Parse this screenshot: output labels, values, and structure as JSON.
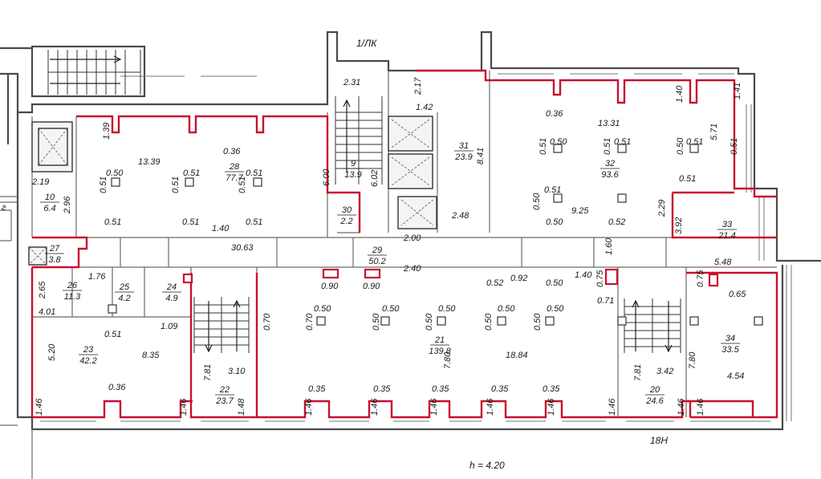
{
  "labels": {
    "entrance": "1/ЛК",
    "axis": "18Н",
    "height": "h = 4.20",
    "left_mark": "г"
  },
  "rooms": [
    {
      "num": "10",
      "area": "6.4"
    },
    {
      "num": "28",
      "area": "77.7"
    },
    {
      "num": "9",
      "area": "13.9"
    },
    {
      "num": "31",
      "area": "23.9"
    },
    {
      "num": "32",
      "area": "93.6"
    },
    {
      "num": "30",
      "area": "2.2"
    },
    {
      "num": "33",
      "area": "21.4"
    },
    {
      "num": "27",
      "area": "3.8"
    },
    {
      "num": "29",
      "area": "50.2"
    },
    {
      "num": "26",
      "area": "11.3"
    },
    {
      "num": "25",
      "area": "4.2"
    },
    {
      "num": "24",
      "area": "4.9"
    },
    {
      "num": "23",
      "area": "42.2"
    },
    {
      "num": "22",
      "area": "23.7"
    },
    {
      "num": "21",
      "area": "139.8"
    },
    {
      "num": "20",
      "area": "24.6"
    },
    {
      "num": "34",
      "area": "33.5"
    }
  ],
  "dims": {
    "d_2_31": "2.31",
    "d_2_17": "2.17",
    "d_1_42": "1.42",
    "d_0_36a": "0.36",
    "d_13_31": "13.31",
    "d_1_40a": "1.40",
    "d_1_41": "1.41",
    "d_1_39": "1.39",
    "d_13_39": "13.39",
    "d_0_36b": "0.36",
    "d_6_02": "6.02",
    "d_8_41": "8.41",
    "d_5_71": "5.71",
    "d_0_51a": "0.51",
    "d_0_50a": "0.50",
    "d_0_51b": "0.51",
    "d_0_51c": "0.51",
    "d_0_51d": "0.51",
    "d_0_51e": "0.51",
    "d_0_51f": "0.51",
    "d_0_50b": "0.50",
    "d_0_51g": "0.51",
    "d_0_50c": "0.50",
    "d_0_51h": "0.51",
    "d_0_51i": "0.51",
    "d_6_00": "6.00",
    "d_2_19": "2.19",
    "d_2_96": "2.96",
    "d_0_51j": "0.51",
    "d_0_50d": "0.50",
    "d_0_51k": "0.51",
    "d_9_25": "9.25",
    "d_2_29": "2.29",
    "d_3_92": "3.92",
    "d_0_51l": "0.51",
    "d_0_51m": "0.51",
    "d_1_40b": "1.40",
    "d_0_51n": "0.51",
    "d_2_48": "2.48",
    "d_0_50e": "0.50",
    "d_0_52a": "0.52",
    "d_30_63": "30.63",
    "d_2_00": "2.00",
    "d_1_60": "1.60",
    "d_5_48": "5.48",
    "d_2_40": "2.40",
    "d_1_76": "1.76",
    "d_0_90a": "0.90",
    "d_0_90b": "0.90",
    "d_0_52b": "0.52",
    "d_0_92": "0.92",
    "d_0_50f": "0.50",
    "d_1_40c": "1.40",
    "d_0_75a": "0.75",
    "d_0_75b": "0.75",
    "d_0_65": "0.65",
    "d_2_65": "2.65",
    "d_0_71": "0.71",
    "d_4_01": "4.01",
    "d_0_70a": "0.70",
    "d_0_50g": "0.50",
    "d_0_70b": "0.70",
    "d_0_50h": "0.50",
    "d_0_50i": "0.50",
    "d_0_50j": "0.50",
    "d_0_50k": "0.50",
    "d_0_50l": "0.50",
    "d_0_50m": "0.50",
    "d_0_50n": "0.50",
    "d_0_50o": "0.50",
    "d_0_51o": "0.51",
    "d_1_09": "1.09",
    "d_7_80a": "7.80",
    "d_18_84": "18.84",
    "d_7_80b": "7.80",
    "d_5_20": "5.20",
    "d_8_35": "8.35",
    "d_7_81a": "7.81",
    "d_3_10": "3.10",
    "d_7_81b": "7.81",
    "d_3_42": "3.42",
    "d_4_54": "4.54",
    "d_0_36c": "0.36",
    "d_0_35a": "0.35",
    "d_0_35b": "0.35",
    "d_0_35c": "0.35",
    "d_0_35d": "0.35",
    "d_0_35e": "0.35",
    "d_1_46a": "1.46",
    "d_1_46b": "1.46",
    "d_1_48": "1.48",
    "d_1_46c": "1.46",
    "d_1_46d": "1.46",
    "d_1_46e": "1.46",
    "d_1_46f": "1.46",
    "d_1_46g": "1.46",
    "d_1_46h": "1.46",
    "d_1_46i": "1.46",
    "d_1_46j": "1.46"
  }
}
